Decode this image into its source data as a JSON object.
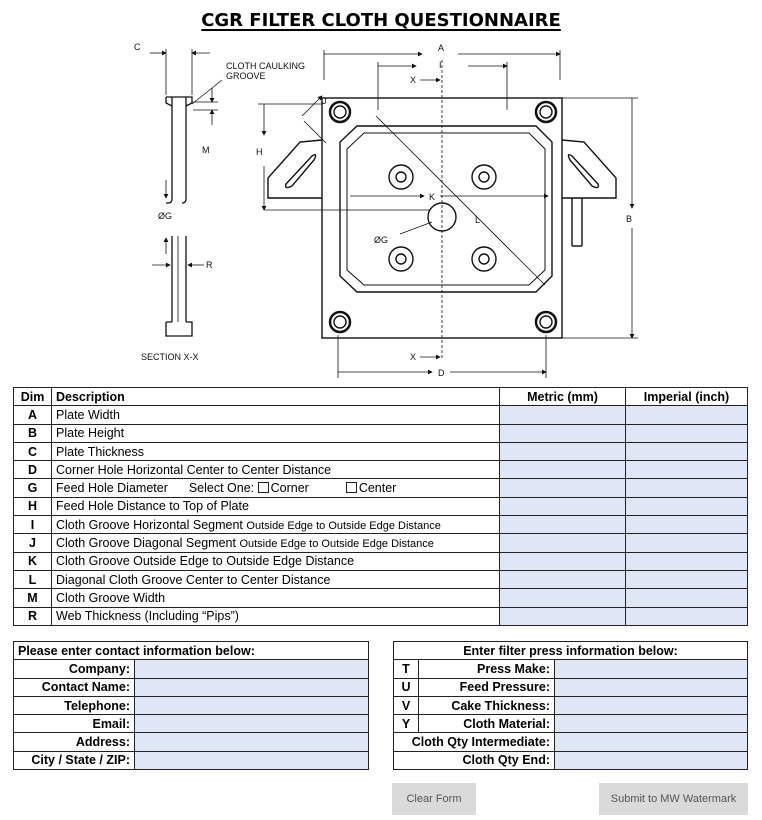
{
  "title": "CGR FILTER CLOTH QUESTIONNAIRE",
  "diagram": {
    "labels": {
      "c": "C",
      "a": "A",
      "i": "I",
      "x_top": "X",
      "x_bottom": "X",
      "d": "D",
      "j": "J",
      "m": "M",
      "h": "H",
      "k": "K",
      "l": "L",
      "b": "B",
      "og_left": "ØG",
      "og_plate": "ØG",
      "r": "R",
      "groove_line1": "CLOTH CAULKING",
      "groove_line2": "GROOVE",
      "section": "SECTION X-X"
    }
  },
  "dim_table": {
    "headers": {
      "dim": "Dim",
      "description": "Description",
      "metric": "Metric (mm)",
      "imperial": "Imperial (inch)"
    },
    "rows": [
      {
        "dim": "A",
        "desc": "Plate Width",
        "extra": ""
      },
      {
        "dim": "B",
        "desc": "Plate Height",
        "extra": ""
      },
      {
        "dim": "C",
        "desc": "Plate Thickness",
        "extra": ""
      },
      {
        "dim": "D",
        "desc": "Corner Hole Horizontal Center to Center Distance",
        "extra": ""
      },
      {
        "dim": "G",
        "desc": "Feed Hole Diameter",
        "extra": ""
      },
      {
        "dim": "H",
        "desc": "Feed Hole Distance to Top of Plate",
        "extra": ""
      },
      {
        "dim": "I",
        "desc": "Cloth Groove Horizontal Segment",
        "extra": "Outside Edge to Outside Edge Distance"
      },
      {
        "dim": "J",
        "desc": "Cloth Groove Diagonal Segment",
        "extra": "Outside Edge to Outside Edge Distance"
      },
      {
        "dim": "K",
        "desc": "Cloth Groove Outside Edge to Outside Edge Distance",
        "extra": ""
      },
      {
        "dim": "L",
        "desc": "Diagonal Cloth Groove Center to Center Distance",
        "extra": ""
      },
      {
        "dim": "M",
        "desc": "Cloth Groove Width",
        "extra": ""
      },
      {
        "dim": "R",
        "desc": "Web Thickness (Including “Pips”)",
        "extra": ""
      }
    ],
    "select_one": "Select One:",
    "corner_label": "Corner",
    "center_label": "Center"
  },
  "contact": {
    "header": "Please enter contact information below:",
    "fields": [
      "Company:",
      "Contact Name:",
      "Telephone:",
      "Email:",
      "Address:",
      "City / State / ZIP:"
    ]
  },
  "press": {
    "header": "Enter filter press information below:",
    "rows": [
      {
        "dim": "T",
        "label": "Press Make:"
      },
      {
        "dim": "U",
        "label": "Feed Pressure:"
      },
      {
        "dim": "V",
        "label": "Cake Thickness:"
      },
      {
        "dim": "Y",
        "label": "Cloth Material:"
      }
    ],
    "wide_rows": [
      "Cloth Qty Intermediate:",
      "Cloth Qty End:"
    ]
  },
  "buttons": {
    "clear": "Clear Form",
    "submit": "Submit to MW Watermark"
  }
}
